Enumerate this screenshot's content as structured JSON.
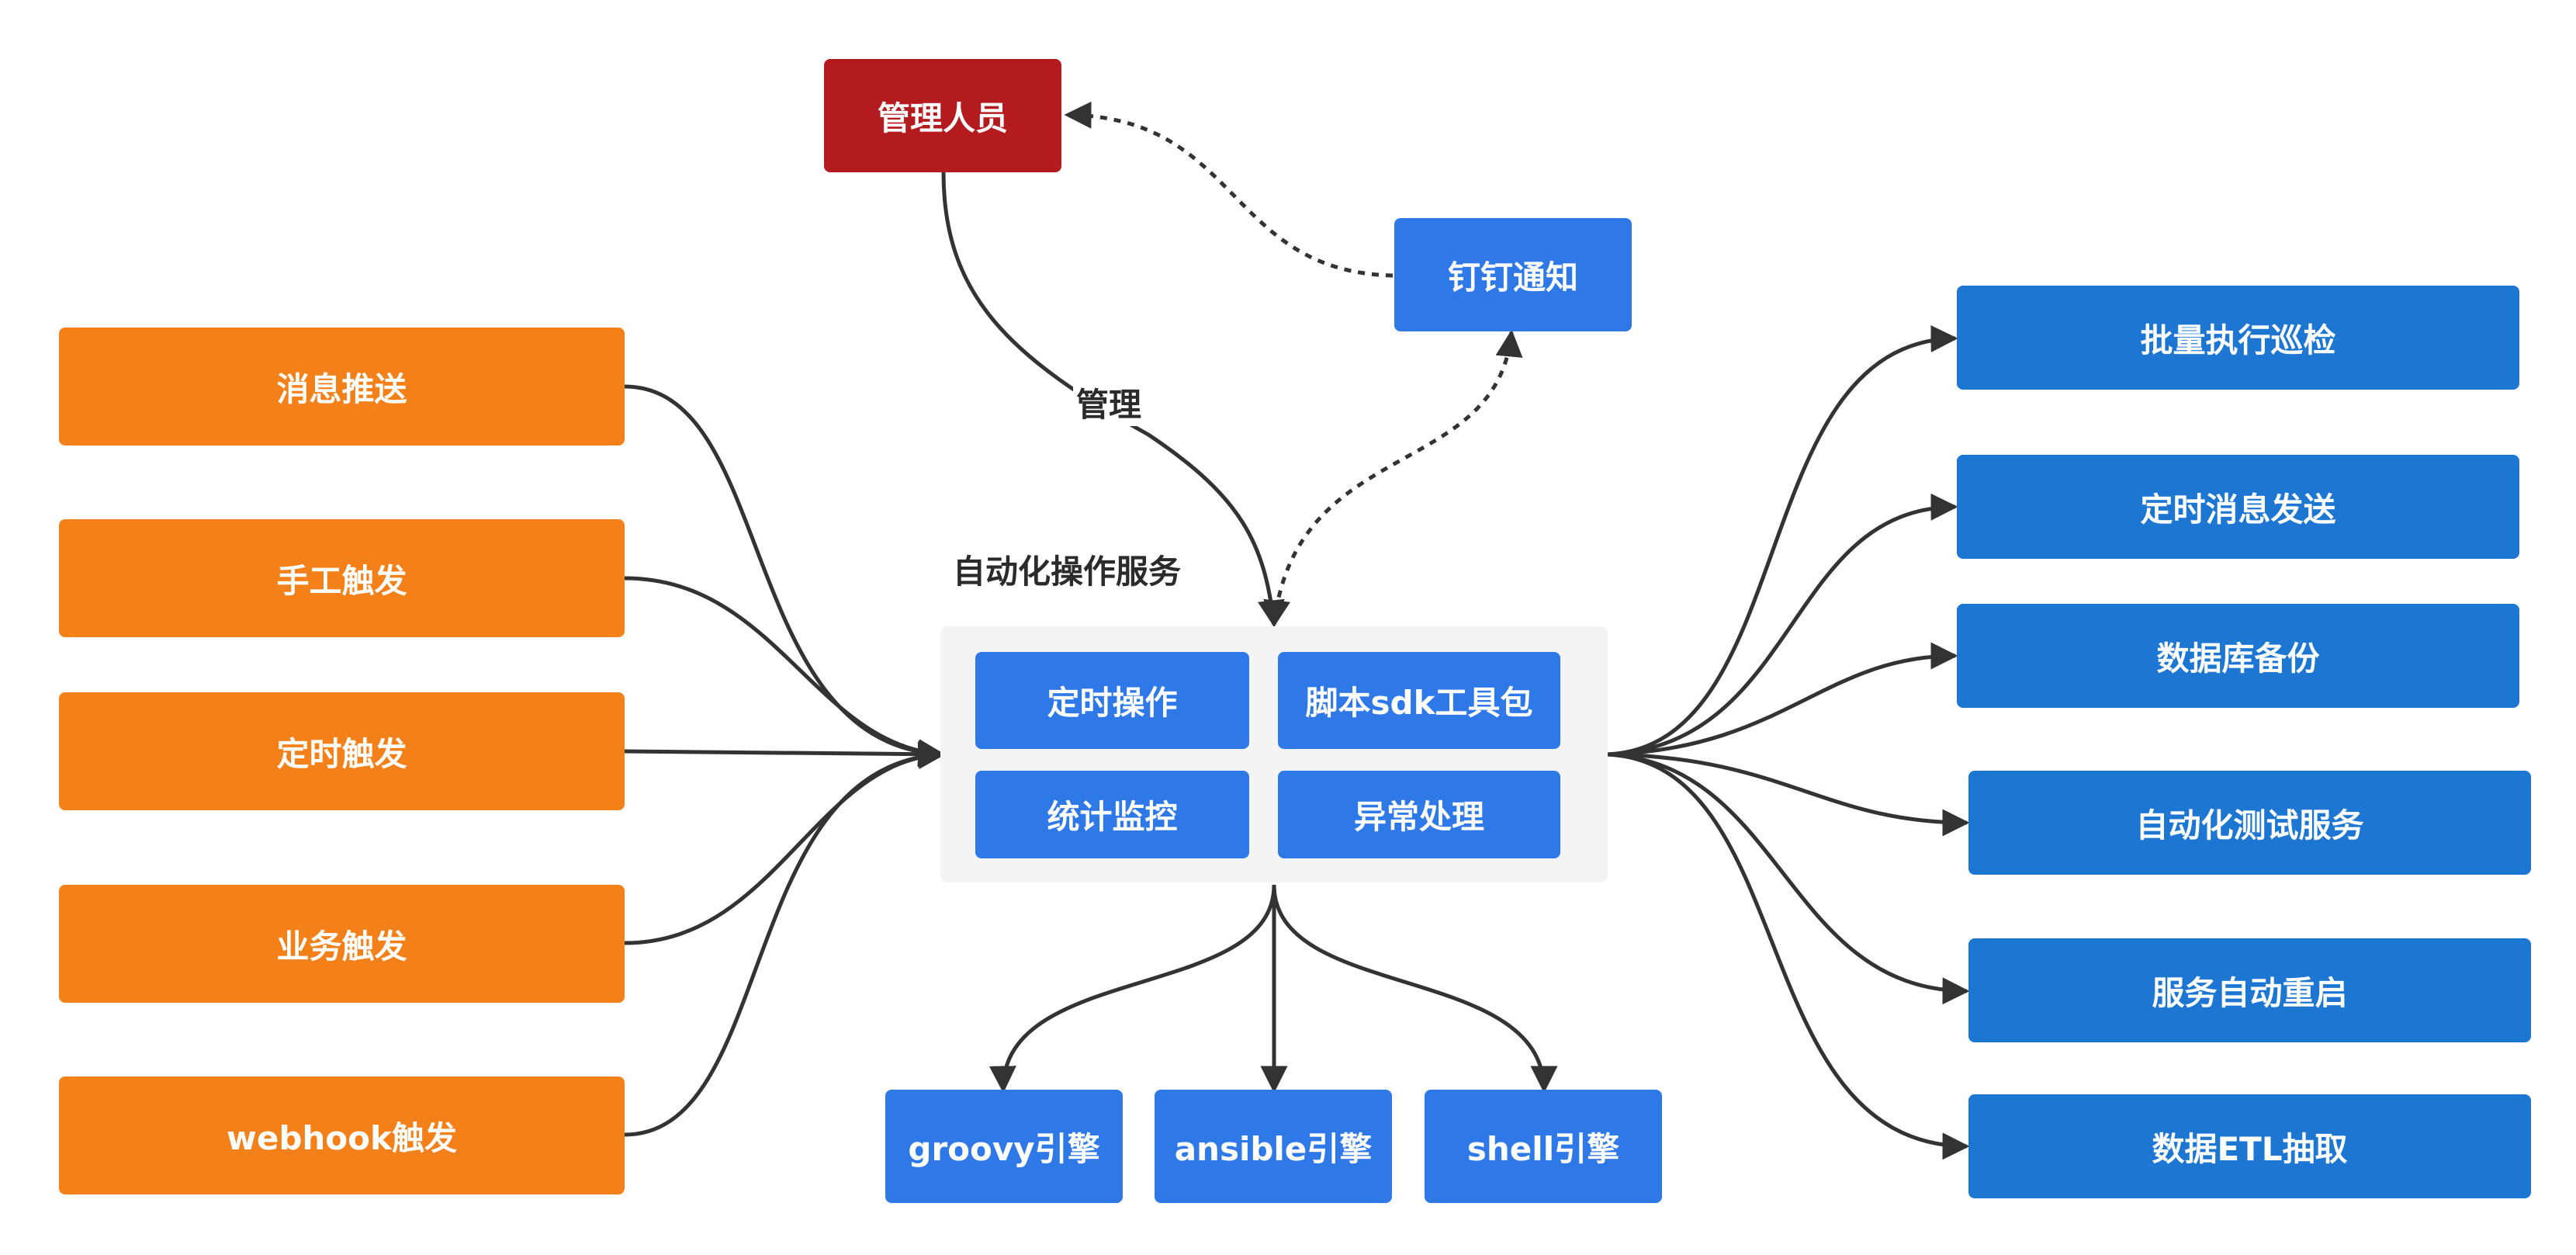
{
  "admin": {
    "label": "管理人员"
  },
  "notify": {
    "label": "钉钉通知"
  },
  "manage_edge_label": "管理",
  "service": {
    "title": "自动化操作服务",
    "modules": [
      "定时操作",
      "脚本sdk工具包",
      "统计监控",
      "异常处理"
    ]
  },
  "triggers": [
    "消息推送",
    "手工触发",
    "定时触发",
    "业务触发",
    "webhook触发"
  ],
  "engines": [
    "groovy引擎",
    "ansible引擎",
    "shell引擎"
  ],
  "use_cases": [
    "批量执行巡检",
    "定时消息发送",
    "数据库备份",
    "自动化测试服务",
    "服务自动重启",
    "数据ETL抽取"
  ],
  "colors": {
    "trigger": "#f48019",
    "admin": "#b31b1e",
    "module": "#2f78e8",
    "use_case": "#1c76d2",
    "edge": "#333333"
  }
}
